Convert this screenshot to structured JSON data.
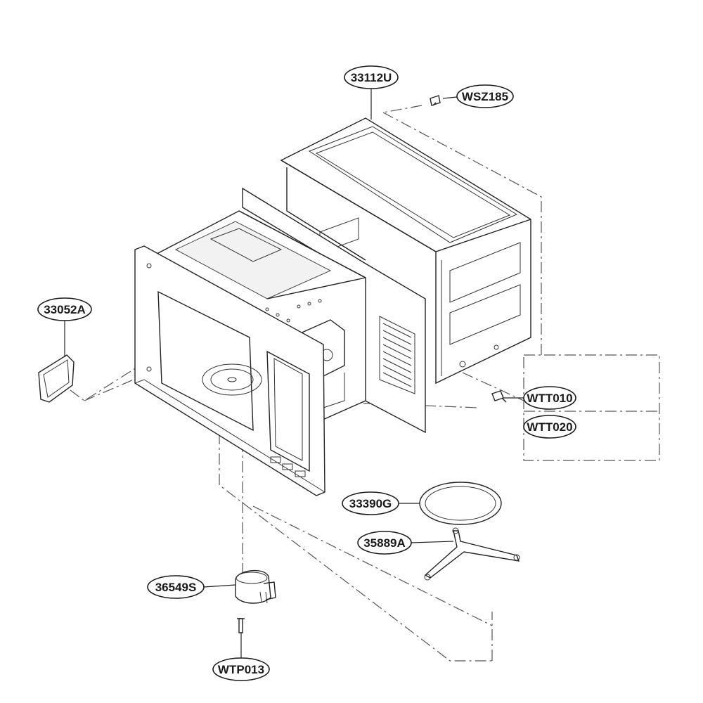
{
  "diagram": {
    "parts": {
      "p33112u": "33112U",
      "wsz185": "WSZ185",
      "p33052a": "33052A",
      "wtt010": "WTT010",
      "wtt020": "WTT020",
      "p33390g": "33390G",
      "p35889a": "35889A",
      "p36549s": "36549S",
      "wtp013": "WTP013"
    }
  }
}
